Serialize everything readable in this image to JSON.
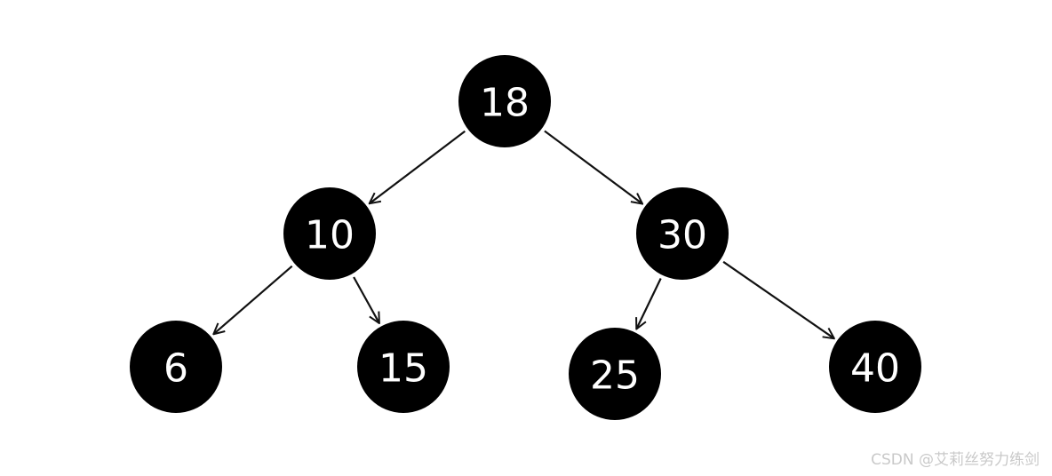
{
  "tree": {
    "nodes": [
      {
        "id": "n18",
        "label": "18",
        "parent": null
      },
      {
        "id": "n10",
        "label": "10",
        "parent": "n18"
      },
      {
        "id": "n30",
        "label": "30",
        "parent": "n18"
      },
      {
        "id": "n6",
        "label": "6",
        "parent": "n10"
      },
      {
        "id": "n15",
        "label": "15",
        "parent": "n10"
      },
      {
        "id": "n25",
        "label": "25",
        "parent": "n30"
      },
      {
        "id": "n40",
        "label": "40",
        "parent": "n30"
      }
    ],
    "node_color": "#000000",
    "label_color": "#ffffff",
    "edge_color": "#111111"
  },
  "watermark": {
    "text": "CSDN @艾莉丝努力练剑"
  }
}
